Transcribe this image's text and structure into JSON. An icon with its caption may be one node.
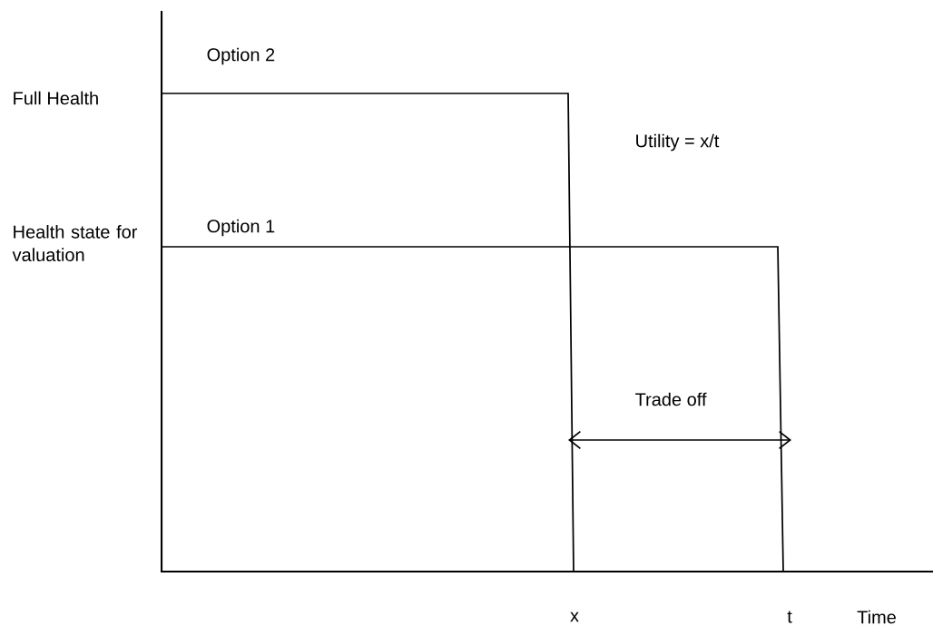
{
  "diagram": {
    "labels": [
      "Option 2",
      "Full Health",
      "Utility = x/t",
      "Health state for valuation",
      "Option 1",
      "Trade off",
      "x",
      "t",
      "Time"
    ]
  }
}
